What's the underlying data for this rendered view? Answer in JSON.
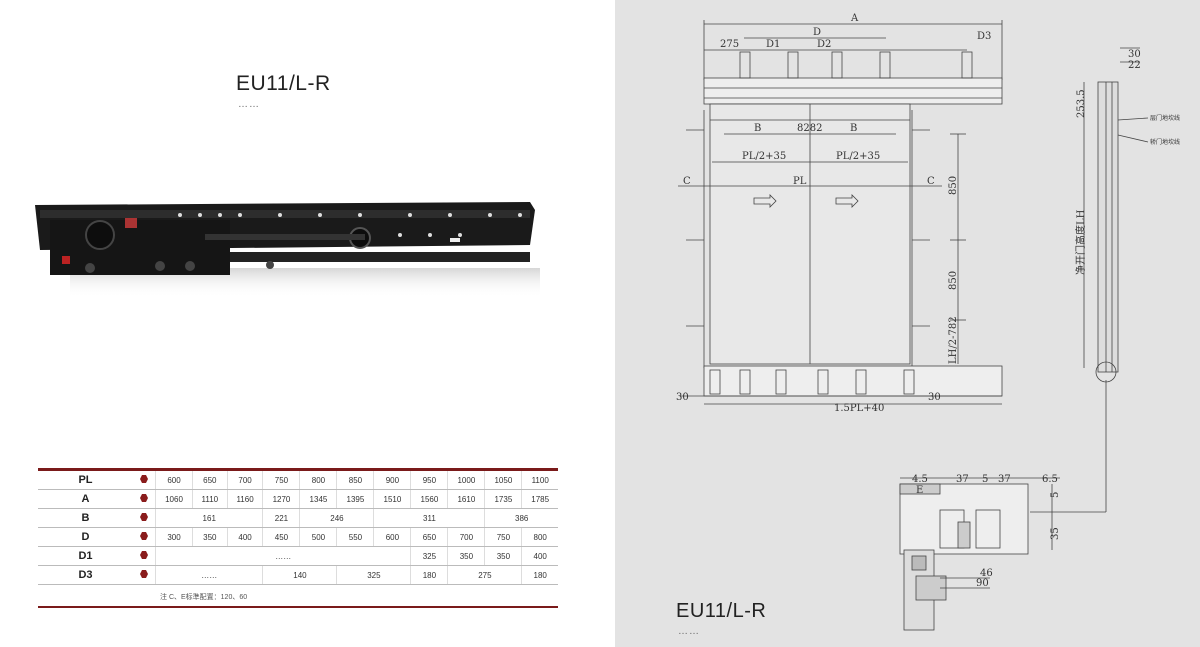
{
  "left": {
    "title": "EU11/L-R",
    "dots": "……"
  },
  "table": {
    "rows": [
      {
        "label": "PL",
        "cells": [
          [
            "600",
            1
          ],
          [
            "650",
            1
          ],
          [
            "700",
            1
          ],
          [
            "750",
            1
          ],
          [
            "800",
            1
          ],
          [
            "850",
            1
          ],
          [
            "900",
            1
          ],
          [
            "950",
            1
          ],
          [
            "1000",
            1
          ],
          [
            "1050",
            1
          ],
          [
            "1100",
            1
          ]
        ]
      },
      {
        "label": "A",
        "cells": [
          [
            "1060",
            1
          ],
          [
            "1110",
            1
          ],
          [
            "1160",
            1
          ],
          [
            "1270",
            1
          ],
          [
            "1345",
            1
          ],
          [
            "1395",
            1
          ],
          [
            "1510",
            1
          ],
          [
            "1560",
            1
          ],
          [
            "1610",
            1
          ],
          [
            "1735",
            1
          ],
          [
            "1785",
            1
          ]
        ]
      },
      {
        "label": "B",
        "cells": [
          [
            "161",
            3
          ],
          [
            "221",
            1
          ],
          [
            "246",
            2
          ],
          [
            "311",
            3
          ],
          [
            "386",
            2
          ]
        ]
      },
      {
        "label": "D",
        "cells": [
          [
            "300",
            1
          ],
          [
            "350",
            1
          ],
          [
            "400",
            1
          ],
          [
            "450",
            1
          ],
          [
            "500",
            1
          ],
          [
            "550",
            1
          ],
          [
            "600",
            1
          ],
          [
            "650",
            1
          ],
          [
            "700",
            1
          ],
          [
            "750",
            1
          ],
          [
            "800",
            1
          ]
        ]
      },
      {
        "label": "D1",
        "cells": [
          [
            "……",
            7
          ],
          [
            "325",
            1
          ],
          [
            "350",
            1
          ],
          [
            "350",
            1
          ],
          [
            "400",
            1
          ]
        ]
      },
      {
        "label": "D3",
        "cells": [
          [
            "……",
            3
          ],
          [
            "140",
            2
          ],
          [
            "325",
            2
          ],
          [
            "180",
            1
          ],
          [
            "275",
            2
          ],
          [
            "180",
            1
          ]
        ]
      }
    ],
    "note": "注 C、E标準配置：120、60"
  },
  "right": {
    "title": "EU11/L-R",
    "dots": "……",
    "dims": {
      "A": "A",
      "D": "D",
      "d275": "275",
      "D1": "D1",
      "D2": "D2",
      "D3": "D3",
      "B": "B",
      "d8282": "8282",
      "PL2": "PL/2+35",
      "PL": "PL",
      "C": "C",
      "d850": "850",
      "LH2": "LH/2-782",
      "d30": "30",
      "PL15": "1.5PL+40",
      "d22": "22",
      "d253": "253.5",
      "LH": "净开门高度LH",
      "lbl1": "层门地坎线",
      "lbl2": "轿门地坎线",
      "d45": "4.5",
      "d37": "37",
      "d5": "5",
      "d65": "6.5",
      "E": "E",
      "d35": "35",
      "d46": "46",
      "d90": "90"
    }
  }
}
